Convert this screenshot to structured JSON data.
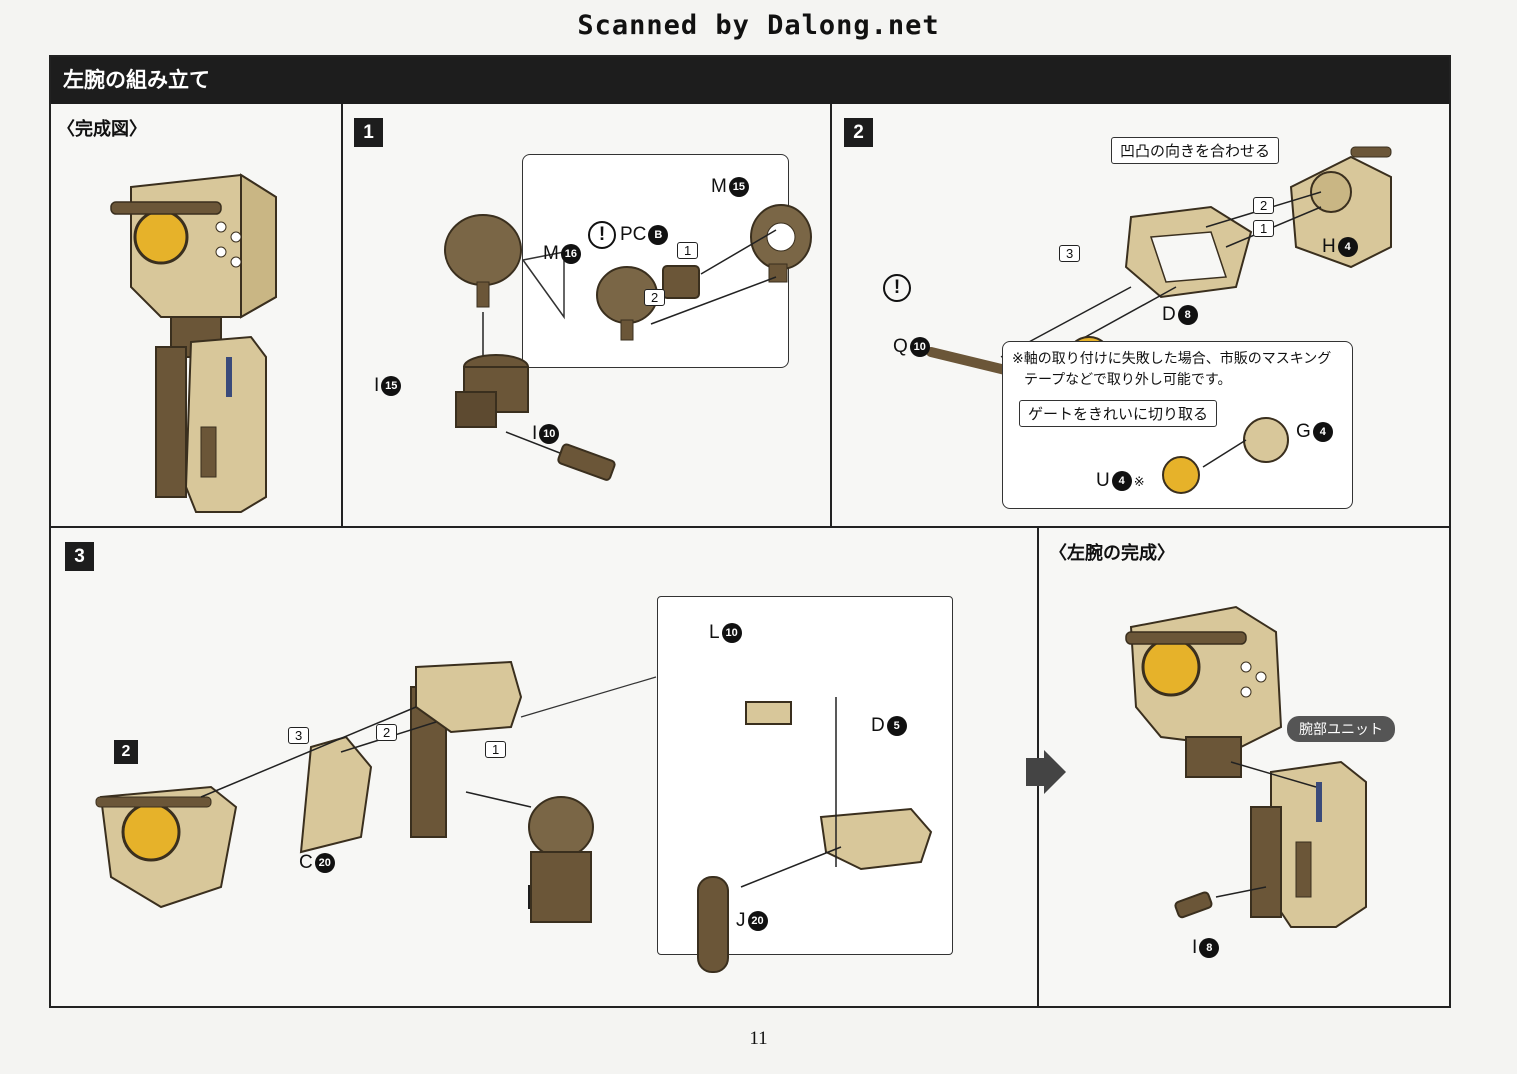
{
  "header": {
    "scanner_credit": "Scanned by Dalong.net",
    "section_title": "左腕の組み立て"
  },
  "complete_view": {
    "label": "〈完成図〉"
  },
  "step1": {
    "number": "1",
    "parts": [
      {
        "letter": "M",
        "num": "15"
      },
      {
        "letter": "M",
        "num": "16"
      },
      {
        "letter": "PC",
        "num": "B"
      },
      {
        "letter": "I",
        "num": "15"
      },
      {
        "letter": "I",
        "num": "10"
      }
    ],
    "order": [
      "1",
      "2"
    ],
    "caution": "!"
  },
  "step2": {
    "number": "2",
    "align_tag": "凹凸の向きを合わせる",
    "parts": [
      {
        "letter": "H",
        "num": "4"
      },
      {
        "letter": "D",
        "num": "8"
      },
      {
        "letter": "Q",
        "num": "10"
      },
      {
        "letter": "G",
        "num": "4"
      },
      {
        "letter": "U",
        "num": "4"
      }
    ],
    "u_mark": "※",
    "order": [
      "1",
      "2",
      "3"
    ],
    "caution": "!",
    "note_line1": "※軸の取り付けに失敗した場合、市販のマスキング",
    "note_line2": "テープなどで取り外し可能です。",
    "gate_tag": "ゲートをきれいに切り取る"
  },
  "step3": {
    "number": "3",
    "ref_step2": "2",
    "ref_step1": "1",
    "parts": [
      {
        "letter": "C",
        "num": "20"
      },
      {
        "letter": "L",
        "num": "10"
      },
      {
        "letter": "D",
        "num": "5"
      },
      {
        "letter": "J",
        "num": "20"
      }
    ],
    "order": [
      "1",
      "2",
      "3"
    ]
  },
  "completion": {
    "label": "〈左腕の完成〉",
    "unit_tag": "腕部ユニット",
    "part": {
      "letter": "I",
      "num": "8"
    }
  },
  "page_number": "11",
  "colors": {
    "tan": "#d8c79a",
    "brown": "#6b5638",
    "dark": "#1d1d1d",
    "yellow": "#e6b22a"
  }
}
